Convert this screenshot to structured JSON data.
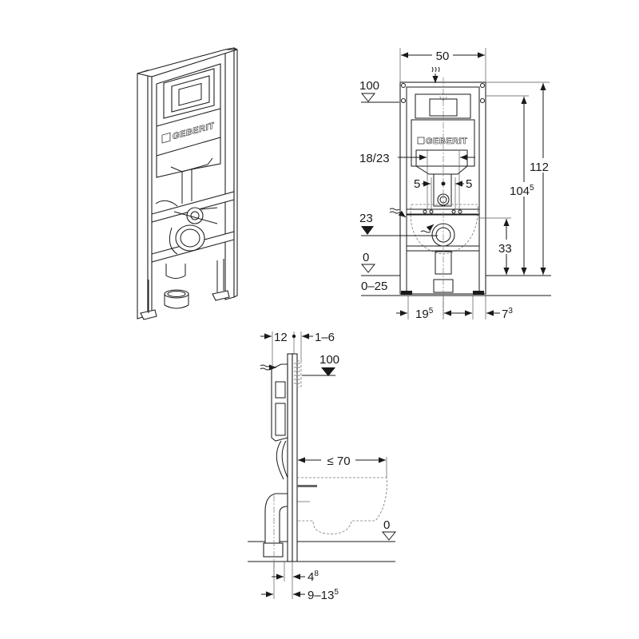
{
  "drawing": {
    "brand": "GEBERIT",
    "subject": "Wall-hung WC installation frame — dimension drawing",
    "views": {
      "perspective": {
        "label": "Perspective view",
        "brand_text": "GEBERIT"
      },
      "front": {
        "label": "Front elevation",
        "brand_text": "GEBERIT",
        "dimensions": {
          "width": "50",
          "flush_button_height_marker": "100",
          "total_height": "112",
          "height_104_base": "104",
          "height_104_sup": "5",
          "actuator_width": "18/23",
          "offset_left": "5",
          "offset_right": "5",
          "water_supply_marker": "23",
          "outlet_height": "33",
          "floor_marker": "0",
          "foot_adjust": "0–25",
          "foot_offset_base": "19",
          "foot_offset_sup": "5",
          "foot_edge_base": "7",
          "foot_edge_sup": "3"
        }
      },
      "side": {
        "label": "Side elevation",
        "dimensions": {
          "depth_top": "12",
          "wall_gap": "1–6",
          "flush_button_height_marker": "100",
          "bowl_projection": "≤ 70",
          "floor_marker": "0",
          "base_offset_base": "4",
          "base_offset_sup": "8",
          "pipe_offset_base": "9–13",
          "pipe_offset_sup": "5"
        }
      }
    },
    "colors": {
      "line": "#1a1a1a",
      "hidden_line": "#777777",
      "background": "#ffffff"
    }
  }
}
